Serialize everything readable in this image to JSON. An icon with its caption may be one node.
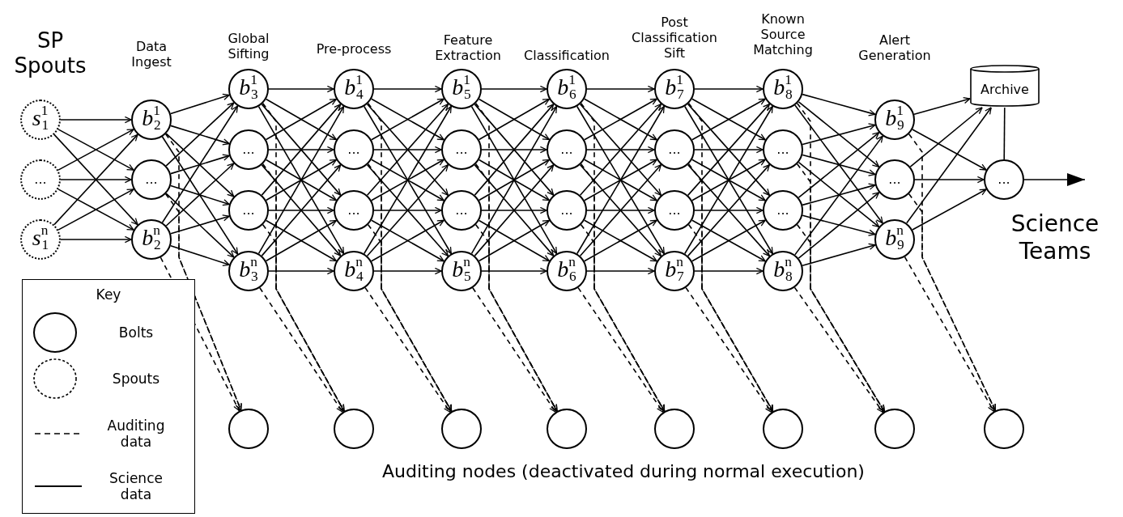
{
  "diagram": {
    "nodes": [
      {
        "text": [
          "*s*$^{1}$$_{1}$"
        ]
      },
      {
        "text": [
          "..."
        ]
      },
      {
        "text": [
          "*s*$^{n}$$_{1}$"
        ]
      },
      {
        "text": [
          "*b*$^{1}$$_{2}$"
        ]
      },
      {
        "text": [
          "..."
        ]
      },
      {
        "text": [
          "*b*$^{n}$$_{2}$"
        ]
      },
      {
        "text": [
          "*b*$^{1}$$_{3}$"
        ]
      },
      {
        "text": [
          "..."
        ]
      },
      {
        "text": [
          "..."
        ]
      },
      {
        "text": [
          "*b*$^{n}$$_{3}$"
        ]
      },
      {
        "text": [
          "*b*$^{1}$$_{4}$"
        ]
      },
      {
        "text": [
          "..."
        ]
      },
      {
        "text": [
          "..."
        ]
      },
      {
        "text": [
          "*b*$^{n}$$_{4}$"
        ]
      },
      {
        "text": [
          "*b*$^{1}$$_{5}$"
        ]
      },
      {
        "text": [
          "..."
        ]
      },
      {
        "text": [
          "..."
        ]
      },
      {
        "text": [
          "*b*$^{n}$$_{5}$"
        ]
      },
      {
        "text": [
          "*b*$^{1}$$_{6}$"
        ]
      },
      {
        "text": [
          "..."
        ]
      },
      {
        "text": [
          "..."
        ]
      },
      {
        "text": [
          "*b*$^{n}$$_{6}$"
        ]
      },
      {
        "text": [
          "*b*$^{1}$$_{7}$"
        ]
      },
      {
        "text": [
          "..."
        ]
      },
      {
        "text": [
          "..."
        ]
      },
      {
        "text": [
          "*b*$^{n}$$_{7}$"
        ]
      },
      {
        "text": [
          "*b*$^{1}$$_{8}$"
        ]
      },
      {
        "text": [
          "..."
        ]
      },
      {
        "text": [
          "..."
        ]
      },
      {
        "text": [
          "*b*$^{n}$$_{8}$"
        ]
      },
      {
        "text": [
          "*b*$^{1}$$_{9}$"
        ]
      },
      {
        "text": [
          "..."
        ]
      },
      {
        "text": [
          "*b*$^{n}$$_{9}$"
        ]
      },
      {
        "text": [
          "Archive"
        ]
      },
      {
        "text": [
          "..."
        ]
      },
      {
        "text": [],
        "shape": "circle"
      },
      {
        "text": [],
        "shape": "circle"
      },
      {
        "text": [],
        "shape": "circle"
      },
      {
        "text": [],
        "shape": "circle"
      },
      {
        "text": [],
        "shape": "circle"
      },
      {
        "text": [],
        "shape": "circle"
      },
      {
        "text": [],
        "shape": "circle"
      },
      {
        "text": [],
        "shape": "circle"
      }
    ],
    "edges": [
      {
        "from": 0,
        "to": 3,
        "arrow": "to"
      },
      {
        "from": 0,
        "to": 4,
        "arrow": "to"
      },
      {
        "from": 0,
        "to": 5,
        "arrow": "to"
      },
      {
        "from": 1,
        "to": 3,
        "arrow": "to"
      },
      {
        "from": 1,
        "to": 4,
        "arrow": "to"
      },
      {
        "from": 1,
        "to": 5,
        "arrow": "to"
      },
      {
        "from": 2,
        "to": 3,
        "arrow": "to"
      },
      {
        "from": 2,
        "to": 4,
        "arrow": "to"
      },
      {
        "from": 2,
        "to": 5,
        "arrow": "to"
      },
      {
        "from": 3,
        "to": 6,
        "arrow": "to"
      },
      {
        "from": 3,
        "to": 7,
        "arrow": "to"
      },
      {
        "from": 3,
        "to": 8,
        "arrow": "to"
      },
      {
        "from": 3,
        "to": 9,
        "arrow": "to"
      },
      {
        "from": 4,
        "to": 6,
        "arrow": "to"
      },
      {
        "from": 4,
        "to": 7,
        "arrow": "to"
      },
      {
        "from": 4,
        "to": 8,
        "arrow": "to"
      },
      {
        "from": 4,
        "to": 9,
        "arrow": "to"
      },
      {
        "from": 5,
        "to": 6,
        "arrow": "to"
      },
      {
        "from": 5,
        "to": 7,
        "arrow": "to"
      },
      {
        "from": 5,
        "to": 8,
        "arrow": "to"
      },
      {
        "from": 5,
        "to": 9,
        "arrow": "to"
      },
      {
        "from": 6,
        "to": 10,
        "arrow": "to"
      },
      {
        "from": 6,
        "to": 11,
        "arrow": "to"
      },
      {
        "from": 6,
        "to": 12,
        "arrow": "to"
      },
      {
        "from": 6,
        "to": 13,
        "arrow": "to"
      },
      {
        "from": 7,
        "to": 10,
        "arrow": "to"
      },
      {
        "from": 7,
        "to": 11,
        "arrow": "to"
      },
      {
        "from": 7,
        "to": 12,
        "arrow": "to"
      },
      {
        "from": 7,
        "to": 13,
        "arrow": "to"
      },
      {
        "from": 8,
        "to": 10,
        "arrow": "to"
      },
      {
        "from": 8,
        "to": 11,
        "arrow": "to"
      },
      {
        "from": 8,
        "to": 12,
        "arrow": "to"
      },
      {
        "from": 8,
        "to": 13,
        "arrow": "to"
      },
      {
        "from": 9,
        "to": 10,
        "arrow": "to"
      },
      {
        "from": 9,
        "to": 11,
        "arrow": "to"
      },
      {
        "from": 9,
        "to": 12,
        "arrow": "to"
      },
      {
        "from": 9,
        "to": 13,
        "arrow": "to"
      },
      {
        "from": 10,
        "to": 14,
        "arrow": "to"
      },
      {
        "from": 10,
        "to": 15,
        "arrow": "to"
      },
      {
        "from": 10,
        "to": 16,
        "arrow": "to"
      },
      {
        "from": 10,
        "to": 17,
        "arrow": "to"
      },
      {
        "from": 11,
        "to": 14,
        "arrow": "to"
      },
      {
        "from": 11,
        "to": 15,
        "arrow": "to"
      },
      {
        "from": 11,
        "to": 16,
        "arrow": "to"
      },
      {
        "from": 11,
        "to": 17,
        "arrow": "to"
      },
      {
        "from": 12,
        "to": 14,
        "arrow": "to"
      },
      {
        "from": 12,
        "to": 15,
        "arrow": "to"
      },
      {
        "from": 12,
        "to": 16,
        "arrow": "to"
      },
      {
        "from": 12,
        "to": 17,
        "arrow": "to"
      },
      {
        "from": 13,
        "to": 14,
        "arrow": "to"
      },
      {
        "from": 13,
        "to": 15,
        "arrow": "to"
      },
      {
        "from": 13,
        "to": 16,
        "arrow": "to"
      },
      {
        "from": 13,
        "to": 17,
        "arrow": "to"
      },
      {
        "from": 14,
        "to": 18,
        "arrow": "to"
      },
      {
        "from": 14,
        "to": 19,
        "arrow": "to"
      },
      {
        "from": 14,
        "to": 20,
        "arrow": "to"
      },
      {
        "from": 14,
        "to": 21,
        "arrow": "to"
      },
      {
        "from": 15,
        "to": 18,
        "arrow": "to"
      },
      {
        "from": 15,
        "to": 19,
        "arrow": "to"
      },
      {
        "from": 15,
        "to": 20,
        "arrow": "to"
      },
      {
        "from": 15,
        "to": 21,
        "arrow": "to"
      },
      {
        "from": 16,
        "to": 18,
        "arrow": "to"
      },
      {
        "from": 16,
        "to": 19,
        "arrow": "to"
      },
      {
        "from": 16,
        "to": 20,
        "arrow": "to"
      },
      {
        "from": 16,
        "to": 21,
        "arrow": "to"
      },
      {
        "from": 17,
        "to": 18,
        "arrow": "to"
      },
      {
        "from": 17,
        "to": 19,
        "arrow": "to"
      },
      {
        "from": 17,
        "to": 20,
        "arrow": "to"
      },
      {
        "from": 17,
        "to": 21,
        "arrow": "to"
      },
      {
        "from": 18,
        "to": 22,
        "arrow": "to"
      },
      {
        "from": 18,
        "to": 23,
        "arrow": "to"
      },
      {
        "from": 18,
        "to": 24,
        "arrow": "to"
      },
      {
        "from": 18,
        "to": 25,
        "arrow": "to"
      },
      {
        "from": 19,
        "to": 22,
        "arrow": "to"
      },
      {
        "from": 19,
        "to": 23,
        "arrow": "to"
      },
      {
        "from": 19,
        "to": 24,
        "arrow": "to"
      },
      {
        "from": 19,
        "to": 25,
        "arrow": "to"
      },
      {
        "from": 20,
        "to": 22,
        "arrow": "to"
      },
      {
        "from": 20,
        "to": 23,
        "arrow": "to"
      },
      {
        "from": 20,
        "to": 24,
        "arrow": "to"
      },
      {
        "from": 20,
        "to": 25,
        "arrow": "to"
      },
      {
        "from": 21,
        "to": 22,
        "arrow": "to"
      },
      {
        "from": 21,
        "to": 23,
        "arrow": "to"
      },
      {
        "from": 21,
        "to": 24,
        "arrow": "to"
      },
      {
        "from": 21,
        "to": 25,
        "arrow": "to"
      },
      {
        "from": 22,
        "to": 26,
        "arrow": "to"
      },
      {
        "from": 22,
        "to": 27,
        "arrow": "to"
      },
      {
        "from": 22,
        "to": 28,
        "arrow": "to"
      },
      {
        "from": 22,
        "to": 29,
        "arrow": "to"
      },
      {
        "from": 23,
        "to": 26,
        "arrow": "to"
      },
      {
        "from": 23,
        "to": 27,
        "arrow": "to"
      },
      {
        "from": 23,
        "to": 28,
        "arrow": "to"
      },
      {
        "from": 23,
        "to": 29,
        "arrow": "to"
      },
      {
        "from": 24,
        "to": 26,
        "arrow": "to"
      },
      {
        "from": 24,
        "to": 27,
        "arrow": "to"
      },
      {
        "from": 24,
        "to": 28,
        "arrow": "to"
      },
      {
        "from": 24,
        "to": 29,
        "arrow": "to"
      },
      {
        "from": 25,
        "to": 26,
        "arrow": "to"
      },
      {
        "from": 25,
        "to": 27,
        "arrow": "to"
      },
      {
        "from": 25,
        "to": 28,
        "arrow": "to"
      },
      {
        "from": 25,
        "to": 29,
        "arrow": "to"
      },
      {
        "from": 26,
        "to": 30,
        "arrow": "to"
      },
      {
        "from": 26,
        "to": 31,
        "arrow": "to"
      },
      {
        "from": 26,
        "to": 32,
        "arrow": "to"
      },
      {
        "from": 27,
        "to": 30,
        "arrow": "to"
      },
      {
        "from": 27,
        "to": 31,
        "arrow": "to"
      },
      {
        "from": 27,
        "to": 32,
        "arrow": "to"
      },
      {
        "from": 28,
        "to": 30,
        "arrow": "to"
      },
      {
        "from": 28,
        "to": 31,
        "arrow": "to"
      },
      {
        "from": 28,
        "to": 32,
        "arrow": "to"
      },
      {
        "from": 29,
        "to": 30,
        "arrow": "to"
      },
      {
        "from": 29,
        "to": 31,
        "arrow": "to"
      },
      {
        "from": 29,
        "to": 32,
        "arrow": "to"
      },
      {
        "from": 30,
        "to": 33,
        "arrow": "to"
      },
      {
        "from": 31,
        "to": 33,
        "arrow": "to"
      },
      {
        "from": 32,
        "to": 33,
        "arrow": "to"
      },
      {
        "from": 30,
        "to": 34,
        "arrow": "to"
      },
      {
        "from": 31,
        "to": 34,
        "arrow": "to"
      },
      {
        "from": 32,
        "to": 34,
        "arrow": "to"
      },
      {
        "from": 33,
        "to": 34,
        "arrow": "none"
      },
      {
        "from": 34,
        "to": null,
        "arrow": "to"
      },
      {
        "from": 3,
        "to": 35,
        "arrow": "to",
        "style": "dashed"
      },
      {
        "from": 4,
        "to": 35,
        "arrow": "to",
        "style": "dashed"
      },
      {
        "from": 5,
        "to": 35,
        "arrow": "to",
        "style": "dashed"
      },
      {
        "from": 6,
        "to": 36,
        "arrow": "to",
        "style": "dashed"
      },
      {
        "from": 7,
        "to": 36,
        "arrow": "to",
        "style": "dashed"
      },
      {
        "from": 8,
        "to": 36,
        "arrow": "to",
        "style": "dashed"
      },
      {
        "from": 9,
        "to": 36,
        "arrow": "to",
        "style": "dashed"
      },
      {
        "from": 10,
        "to": 37,
        "arrow": "to",
        "style": "dashed"
      },
      {
        "from": 11,
        "to": 37,
        "arrow": "to",
        "style": "dashed"
      },
      {
        "from": 12,
        "to": 37,
        "arrow": "to",
        "style": "dashed"
      },
      {
        "from": 13,
        "to": 37,
        "arrow": "to",
        "style": "dashed"
      },
      {
        "from": 14,
        "to": 38,
        "arrow": "to",
        "style": "dashed"
      },
      {
        "from": 15,
        "to": 38,
        "arrow": "to",
        "style": "dashed"
      },
      {
        "from": 16,
        "to": 38,
        "arrow": "to",
        "style": "dashed"
      },
      {
        "from": 17,
        "to": 38,
        "arrow": "to",
        "style": "dashed"
      },
      {
        "from": 18,
        "to": 39,
        "arrow": "to",
        "style": "dashed"
      },
      {
        "from": 19,
        "to": 39,
        "arrow": "to",
        "style": "dashed"
      },
      {
        "from": 20,
        "to": 39,
        "arrow": "to",
        "style": "dashed"
      },
      {
        "from": 21,
        "to": 39,
        "arrow": "to",
        "style": "dashed"
      },
      {
        "from": 22,
        "to": 40,
        "arrow": "to",
        "style": "dashed"
      },
      {
        "from": 23,
        "to": 40,
        "arrow": "to",
        "style": "dashed"
      },
      {
        "from": 24,
        "to": 40,
        "arrow": "to",
        "style": "dashed"
      },
      {
        "from": 25,
        "to": 40,
        "arrow": "to",
        "style": "dashed"
      },
      {
        "from": 26,
        "to": 41,
        "arrow": "to",
        "style": "dashed"
      },
      {
        "from": 27,
        "to": 41,
        "arrow": "to",
        "style": "dashed"
      },
      {
        "from": 28,
        "to": 41,
        "arrow": "to",
        "style": "dashed"
      },
      {
        "from": 29,
        "to": 41,
        "arrow": "to",
        "style": "dashed"
      },
      {
        "from": 30,
        "to": 42,
        "arrow": "to",
        "style": "dashed"
      },
      {
        "from": 31,
        "to": 42,
        "arrow": "to",
        "style": "dashed"
      },
      {
        "from": 32,
        "to": 42,
        "arrow": "to",
        "style": "dashed"
      }
    ],
    "labels": [
      "SP Spouts",
      "Data Ingest",
      "Global Sifting",
      "Pre-process",
      "Feature Extraction",
      "Classification",
      "Post Classification Sift",
      "Known Source Matching",
      "Alert Generation",
      "Science Teams",
      "Key",
      "Auditing nodes (deactivated during normal execution)"
    ],
    "legend": [
      {
        "text": "Bolts"
      },
      {
        "text": "Spouts"
      },
      {
        "text": "Auditing data"
      },
      {
        "text": "Science data"
      }
    ]
  }
}
